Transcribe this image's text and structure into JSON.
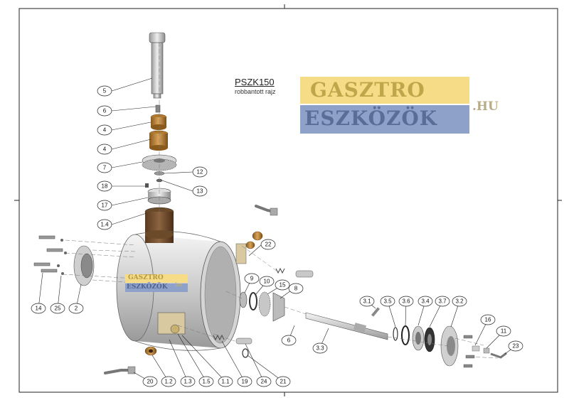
{
  "drawing": {
    "title": "PSZK150",
    "subtitle": "robbantott rajz"
  },
  "logo": {
    "line1": "GASZTRO",
    "line2": "ESZKÖZÖK",
    "suffix": ".HU"
  },
  "small_logo": {
    "line1": "GASZTRO",
    "line2": "ESZKÖZÖK",
    "suffix": ".hu"
  },
  "callouts": [
    "5",
    "6",
    "4",
    "4",
    "7",
    "12",
    "13",
    "18",
    "17",
    "1.4",
    "22",
    "9",
    "10",
    "15",
    "8",
    "3.1",
    "3.5",
    "3.6",
    "3.4",
    "3.7",
    "3.2",
    "16",
    "11",
    "23",
    "6",
    "3.3",
    "14",
    "25",
    "2",
    "20",
    "1.2",
    "1.3",
    "1.5",
    "1.1",
    "19",
    "24",
    "21"
  ],
  "colors": {
    "frame": "#222222",
    "metal_light": "#e6e6e6",
    "metal_dark": "#8c8c8c",
    "bronze": "#c07a2c",
    "logo_yellow": "#f6dc86",
    "logo_blue": "#8ea2c9"
  }
}
